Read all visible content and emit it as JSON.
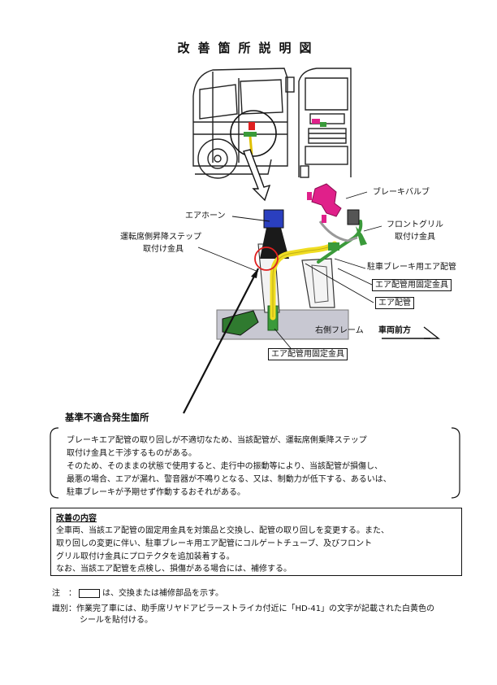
{
  "title": "改善箇所説明図",
  "labels": {
    "brake_valve": "ブレーキバルブ",
    "front_grill_1": "フロントグリル",
    "front_grill_2": "取付け金具",
    "air_horn": "エアホーン",
    "step_1": "運転席側昇降ステップ",
    "step_2": "取付け金具",
    "parking_pipe": "駐車ブレーキ用エア配管",
    "fix_bracket_right": "エア配管用固定金具",
    "air_pipe": "エア配管",
    "right_frame": "右側フレーム",
    "forward": "車両前方",
    "fix_bracket_bottom": "エア配管用固定金具",
    "nonconform": "基準不適合発生箇所"
  },
  "notice": {
    "lines": [
      "ブレーキエア配管の取り回しが不適切なため、当該配管が、運転席側乗降ステップ",
      "取付け金具と干渉するものがある。",
      "そのため、そのままの状態で使用すると、走行中の振動等により、当該配管が損傷し、",
      "最悪の場合、エアが漏れ、警音器が不鳴りとなる、又は、制動力が低下する、あるいは、",
      "駐車ブレーキが予期せず作動するおそれがある。"
    ]
  },
  "fix": {
    "heading": "改善の内容",
    "lines": [
      "全車両、当該エア配管の固定用金具を対策品と交換し、配管の取り回しを変更する。また、",
      "取り回しの変更に伴い、駐車ブレーキ用エア配管にコルゲートチューブ、及びフロント",
      "グリル取付け金具にプロテクタを追加装着する。",
      "なお、当該エア配管を点検し、損傷がある場合には、補修する。"
    ]
  },
  "notes": {
    "note_prefix": "注　：",
    "note_text": "は、交換または補修部品を示す。",
    "id_prefix": "識別：",
    "id_line1": "作業完了車には、助手席リヤドアピラーストライカ付近に「HD-41」の文字が記載された白黄色の",
    "id_line2": "シールを貼付ける。"
  },
  "colors": {
    "magenta": "#e0208a",
    "green": "#3a9a3a",
    "yellow": "#f0dd22",
    "blue": "#2a3fbf",
    "frame_gray": "#c8c8d2",
    "circle_red": "#e02020"
  }
}
